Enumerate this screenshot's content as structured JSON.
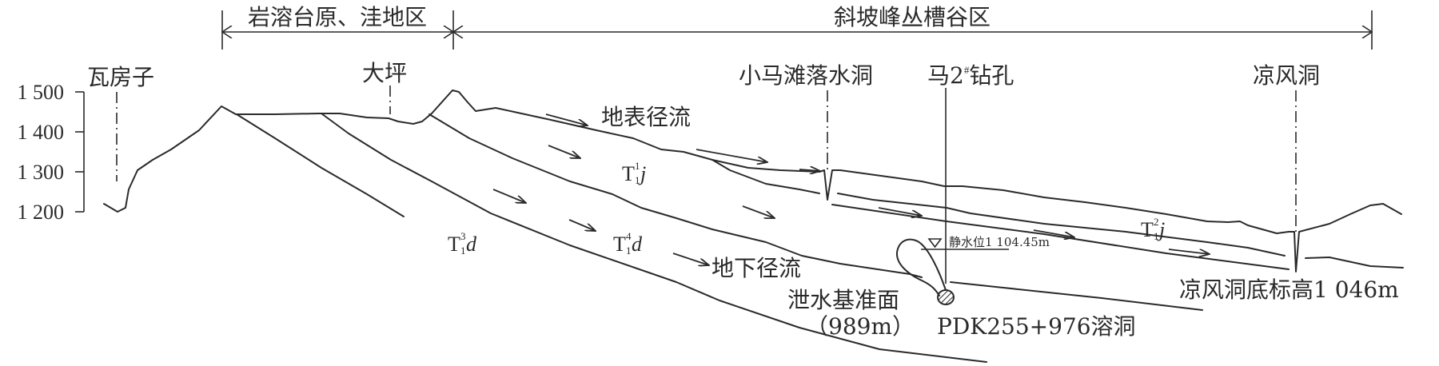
{
  "zones": {
    "plateau": "岩溶台原、洼地区",
    "slope": "斜坡峰丛槽谷区"
  },
  "axis": {
    "ticks": [
      "1 500",
      "1 400",
      "1 300",
      "1 200"
    ],
    "tick_values_m": [
      1500,
      1400,
      1300,
      1200
    ]
  },
  "places": {
    "wafangzi": "瓦房子",
    "daping": "大坪",
    "xiaomatan": "小马滩落水洞",
    "borehole": {
      "prefix": "马2",
      "sup": "#",
      "suffix": "钻孔"
    },
    "liangfengdong": "凉风洞"
  },
  "flows": {
    "surface": "地表径流",
    "underground": "地下径流"
  },
  "strata": {
    "t1j1": {
      "base": "T",
      "sup": "1",
      "sub": "1",
      "letter": "j"
    },
    "t1j2": {
      "base": "T",
      "sup": "2",
      "sub": "1",
      "letter": "j"
    },
    "t1d3": {
      "base": "T",
      "sup": "3",
      "sub": "1",
      "letter": "d"
    },
    "t1d4": {
      "base": "T",
      "sup": "4",
      "sub": "1",
      "letter": "d"
    }
  },
  "annotations": {
    "static_water_level": "静水位1 104.45m",
    "base_level": "泄水基准面",
    "base_level_elev": "（989m）",
    "karst_cave": "PDK255+976溶洞",
    "cave_bottom": "凉风洞底标高1 046m"
  },
  "colors": {
    "ink": "#2a2a2a",
    "background": "#ffffff"
  }
}
